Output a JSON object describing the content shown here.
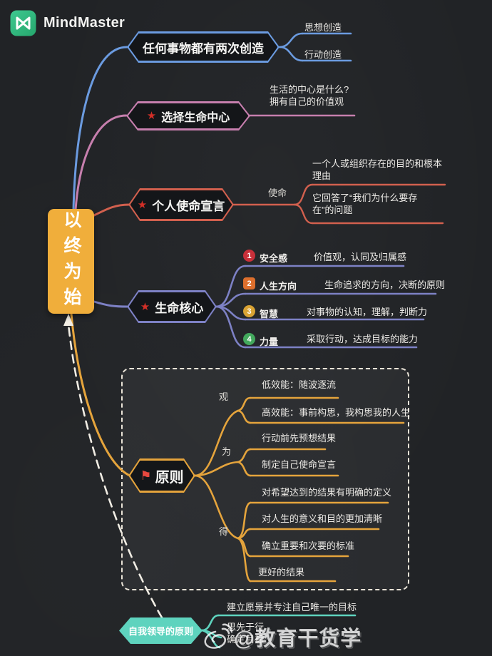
{
  "app": {
    "brand": "MindMaster"
  },
  "root": {
    "label": "以终为始"
  },
  "icons": {
    "star": "★",
    "flag": "⚑"
  },
  "colors": {
    "blue": "#6b9be0",
    "pink": "#c77fae",
    "red": "#d2604e",
    "purple": "#7d81c5",
    "yellow": "#e5a43c",
    "teal": "#5ed3be",
    "root_fill": "#f0ae3b",
    "badge1": "#c9303a",
    "badge2": "#dd6f2d",
    "badge3": "#d9a334",
    "badge4": "#43a95d"
  },
  "two_creations": {
    "label": "任何事物都有两次创造",
    "children": [
      "思想创造",
      "行动创造"
    ]
  },
  "life_center": {
    "label": "选择生命中心",
    "note_line1": "生活的中心是什么?",
    "note_line2": "拥有自己的价值观"
  },
  "mission": {
    "label": "个人使命宣言",
    "edge_label": "使命",
    "children": [
      "一个人或组织存在的目的和根本理由",
      "它回答了“我们为什么要存在”的问题"
    ]
  },
  "life_core": {
    "label": "生命核心",
    "items": [
      {
        "num": "1",
        "term": "安全感",
        "desc": "价值观，认同及归属感"
      },
      {
        "num": "2",
        "term": "人生方向",
        "desc": "生命追求的方向，决断的原则"
      },
      {
        "num": "3",
        "term": "智慧",
        "desc": "对事物的认知，理解，判断力"
      },
      {
        "num": "4",
        "term": "力量",
        "desc": "采取行动，达成目标的能力"
      }
    ]
  },
  "principle": {
    "label": "原则",
    "groups": [
      {
        "key": "观",
        "items": [
          "低效能：随波逐流",
          "高效能：事前构思，我构思我的人生"
        ]
      },
      {
        "key": "为",
        "items": [
          "行动前先预想结果",
          "制定自己使命宣言"
        ]
      },
      {
        "key": "得",
        "items": [
          "对希望达到的结果有明确的定义",
          "对人生的意义和目的更加清晰",
          "确立重要和次要的标准",
          "更好的结果"
        ]
      }
    ]
  },
  "self_leadership": {
    "label": "自我领导的原则",
    "children": [
      "建立愿景并专注自己唯一的目标",
      "思先于行",
      "确定目标"
    ]
  },
  "watermark": {
    "handle": "@教育干货学"
  }
}
